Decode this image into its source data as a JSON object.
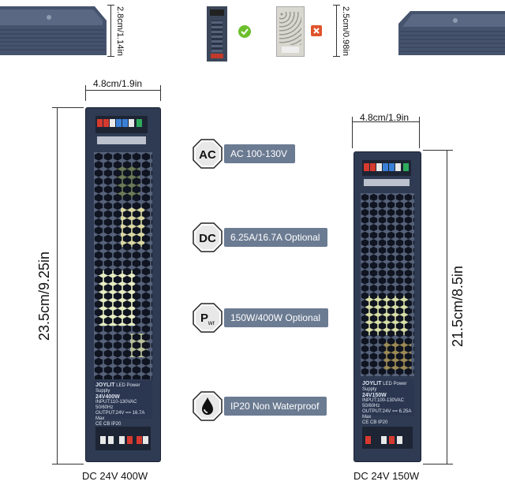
{
  "top_dims": {
    "left_height": "2.8cm/1.14in",
    "right_height": "2.5cm/0.98in"
  },
  "widths": {
    "left": "4.8cm/1.9in",
    "right": "4.8cm/1.9in"
  },
  "lengths": {
    "left": "23.5cm/9.25in",
    "right": "21.5cm/8.5in"
  },
  "specs": [
    {
      "icon_text": "AC",
      "icon": "octagon-ac-icon",
      "label": "AC 100-130V"
    },
    {
      "icon_text": "DC",
      "icon": "octagon-dc-icon",
      "label": "6.25A/16.7A Optional"
    },
    {
      "icon_text": "P",
      "icon_sub": "wr",
      "icon": "octagon-power-icon",
      "label": "150W/400W Optional"
    },
    {
      "icon": "octagon-water-drop-icon",
      "label": "IP20 Non Waterproof"
    }
  ],
  "captions": {
    "left": "DC 24V 400W",
    "right": "DC 24V 150W"
  },
  "left_unit": {
    "brand": "JOYLIT",
    "product": "LED Power Supply",
    "model": "24V400W",
    "cert": "CE  CB  IP20",
    "input": "INPUT:110-130VAC 50/60Hz",
    "output": "OUTPUT:24V == 16.7A Max"
  },
  "right_unit": {
    "brand": "JOYLIT",
    "product": "LED Power Supply",
    "model": "24V150W",
    "cert": "CE  CB  IP20",
    "input": "INPUT:100-130VAC 50/60Hz",
    "output": "OUTPUT:24V == 6.25A Max"
  },
  "compare": {
    "ok_icon": "check-icon",
    "bad_icon": "cross-icon"
  },
  "colors": {
    "housing": "#2f3b52",
    "bar": "#6b7b92",
    "check": "#6cbf2c",
    "cross": "#e0532a"
  }
}
